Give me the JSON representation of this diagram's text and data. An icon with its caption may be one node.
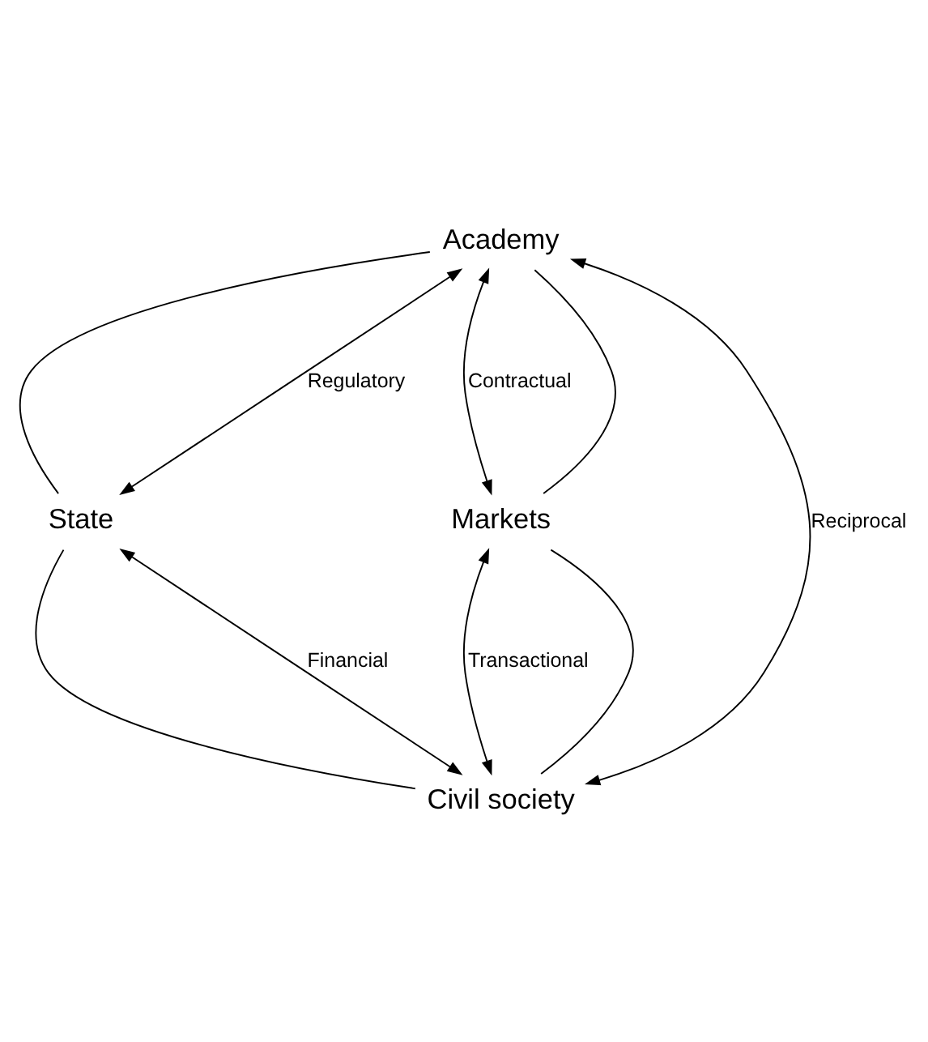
{
  "diagram": {
    "nodes": [
      {
        "text": [
          "Academy"
        ]
      },
      {
        "text": [
          "State"
        ]
      },
      {
        "text": [
          "Markets"
        ]
      },
      {
        "text": [
          "Civil society"
        ]
      }
    ],
    "edges": [
      {
        "from": 0,
        "to": 1,
        "arrow": "none"
      },
      {
        "from": 0,
        "to": 1,
        "label": "Regulatory",
        "arrow": "both"
      },
      {
        "from": 0,
        "to": 3,
        "label": "Reciprocal",
        "arrow": "both"
      },
      {
        "from": 0,
        "to": 2,
        "label": "Contractual",
        "arrow": "both"
      },
      {
        "from": 0,
        "to": 2,
        "arrow": "none"
      },
      {
        "from": 1,
        "to": 3,
        "arrow": "none"
      },
      {
        "from": 1,
        "to": 3,
        "label": "Financial",
        "arrow": "both"
      },
      {
        "from": 2,
        "to": 3,
        "label": "Transactional",
        "arrow": "both"
      },
      {
        "from": 2,
        "to": 3,
        "arrow": "none"
      }
    ]
  }
}
